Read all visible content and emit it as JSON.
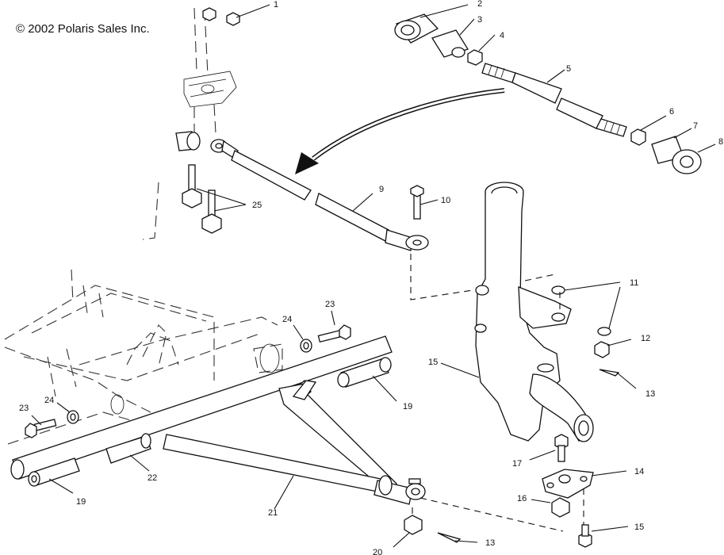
{
  "copyright": "© 2002 Polaris Sales Inc.",
  "callouts": [
    "1",
    "2",
    "3",
    "4",
    "5",
    "6",
    "7",
    "8",
    "9",
    "10",
    "11",
    "12",
    "13",
    "15",
    "14",
    "16",
    "17",
    "15",
    "13",
    "19",
    "19",
    "20",
    "21",
    "22",
    "23",
    "24",
    "23",
    "24",
    "25"
  ]
}
